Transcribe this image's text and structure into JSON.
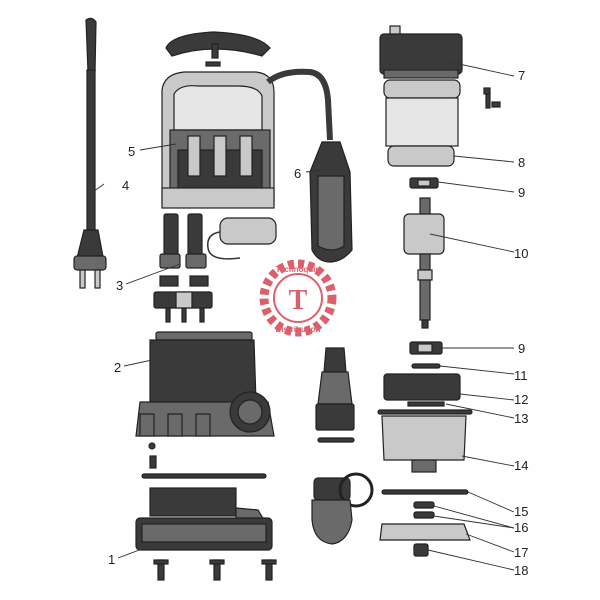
{
  "diagram": {
    "labels": [
      "1",
      "2",
      "3",
      "4",
      "5",
      "6",
      "7",
      "8",
      "9",
      "10",
      "9",
      "11",
      "12",
      "13",
      "14",
      "15",
      "16",
      "17",
      "18"
    ],
    "watermark": {
      "top_text": "Technoquip",
      "center_text": "T",
      "bottom_text": "Distribution",
      "color": "#d94f5c"
    },
    "colors": {
      "dark": "#3a3a3a",
      "mid": "#6a6a6a",
      "light": "#c9c9c9"
    }
  }
}
